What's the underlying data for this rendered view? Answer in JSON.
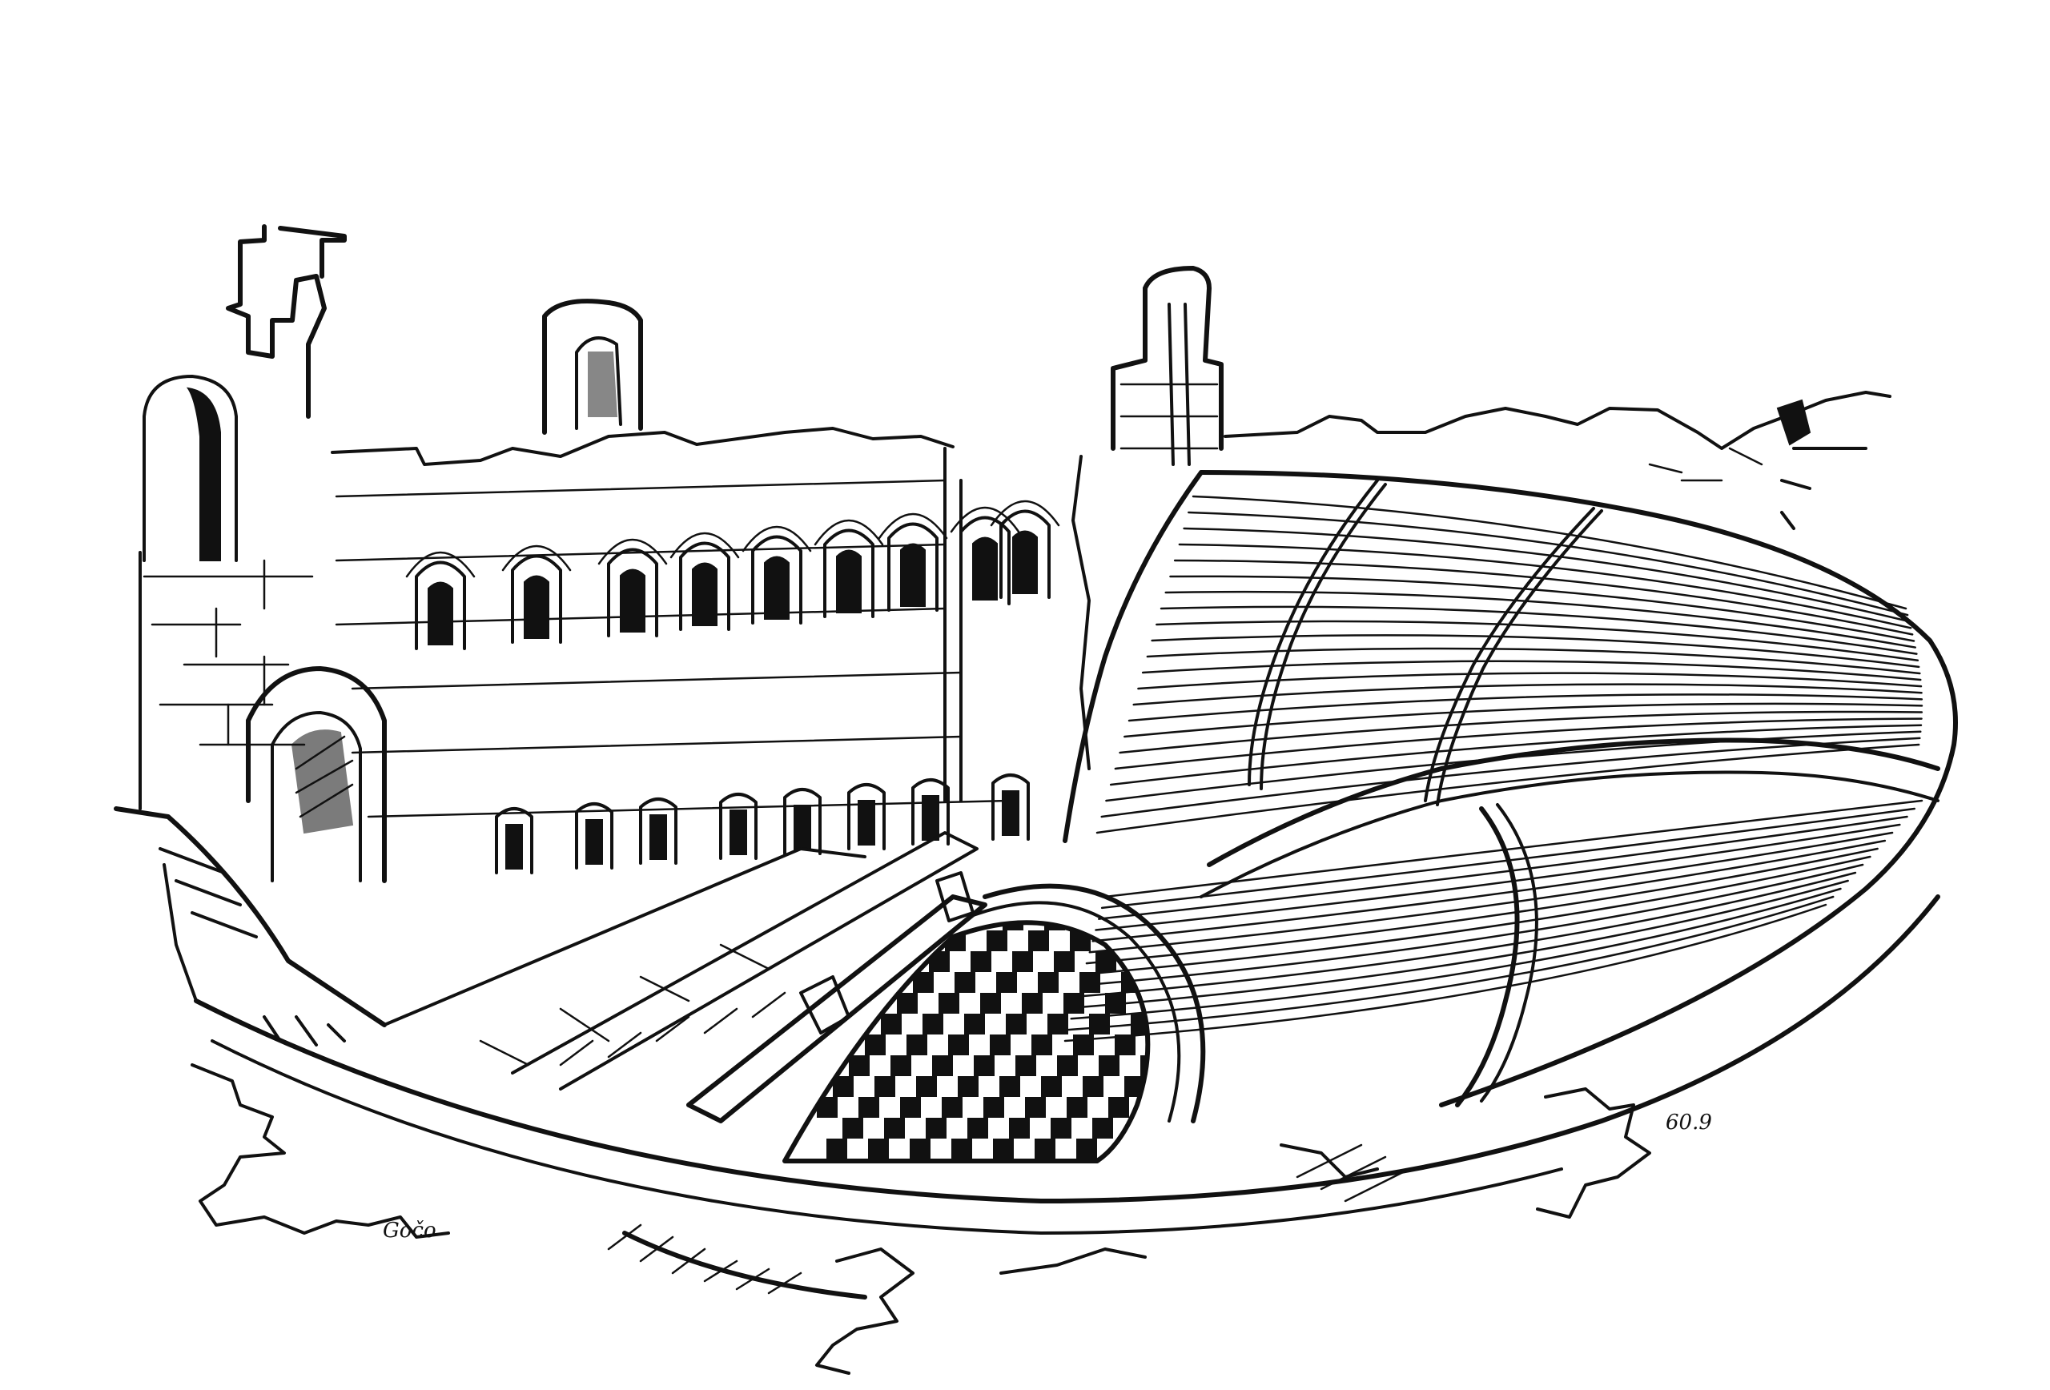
{
  "image": {
    "subject": "ink-sketch",
    "colors": {
      "ink": "#111111",
      "paper": "#ffffff"
    },
    "signature_left": "Gočo",
    "signature_right": "60.9"
  }
}
